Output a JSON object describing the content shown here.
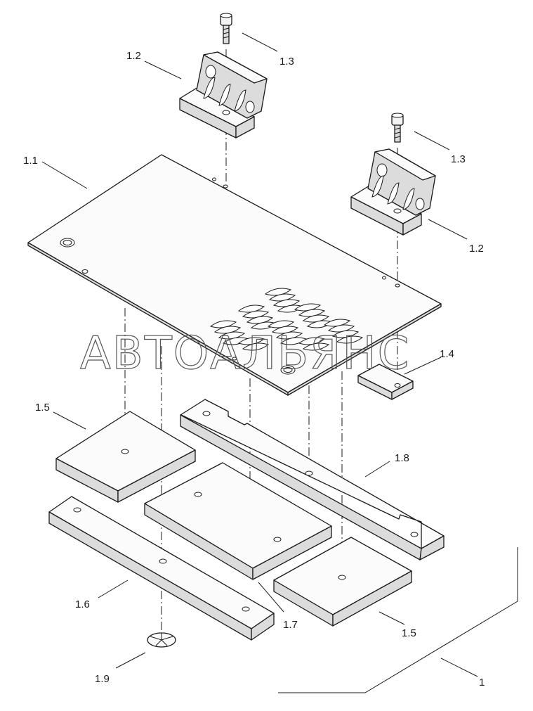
{
  "watermark": "АВТОАЛЬЯНС",
  "callouts": {
    "c1_1": "1.1",
    "c1_2a": "1.2",
    "c1_3a": "1.3",
    "c1_2b": "1.2",
    "c1_3b": "1.3",
    "c1_4": "1.4",
    "c1_5a": "1.5",
    "c1_8": "1.8",
    "c1_6": "1.6",
    "c1_7": "1.7",
    "c1_5b": "1.5",
    "c1_9": "1.9",
    "c1": "1"
  }
}
